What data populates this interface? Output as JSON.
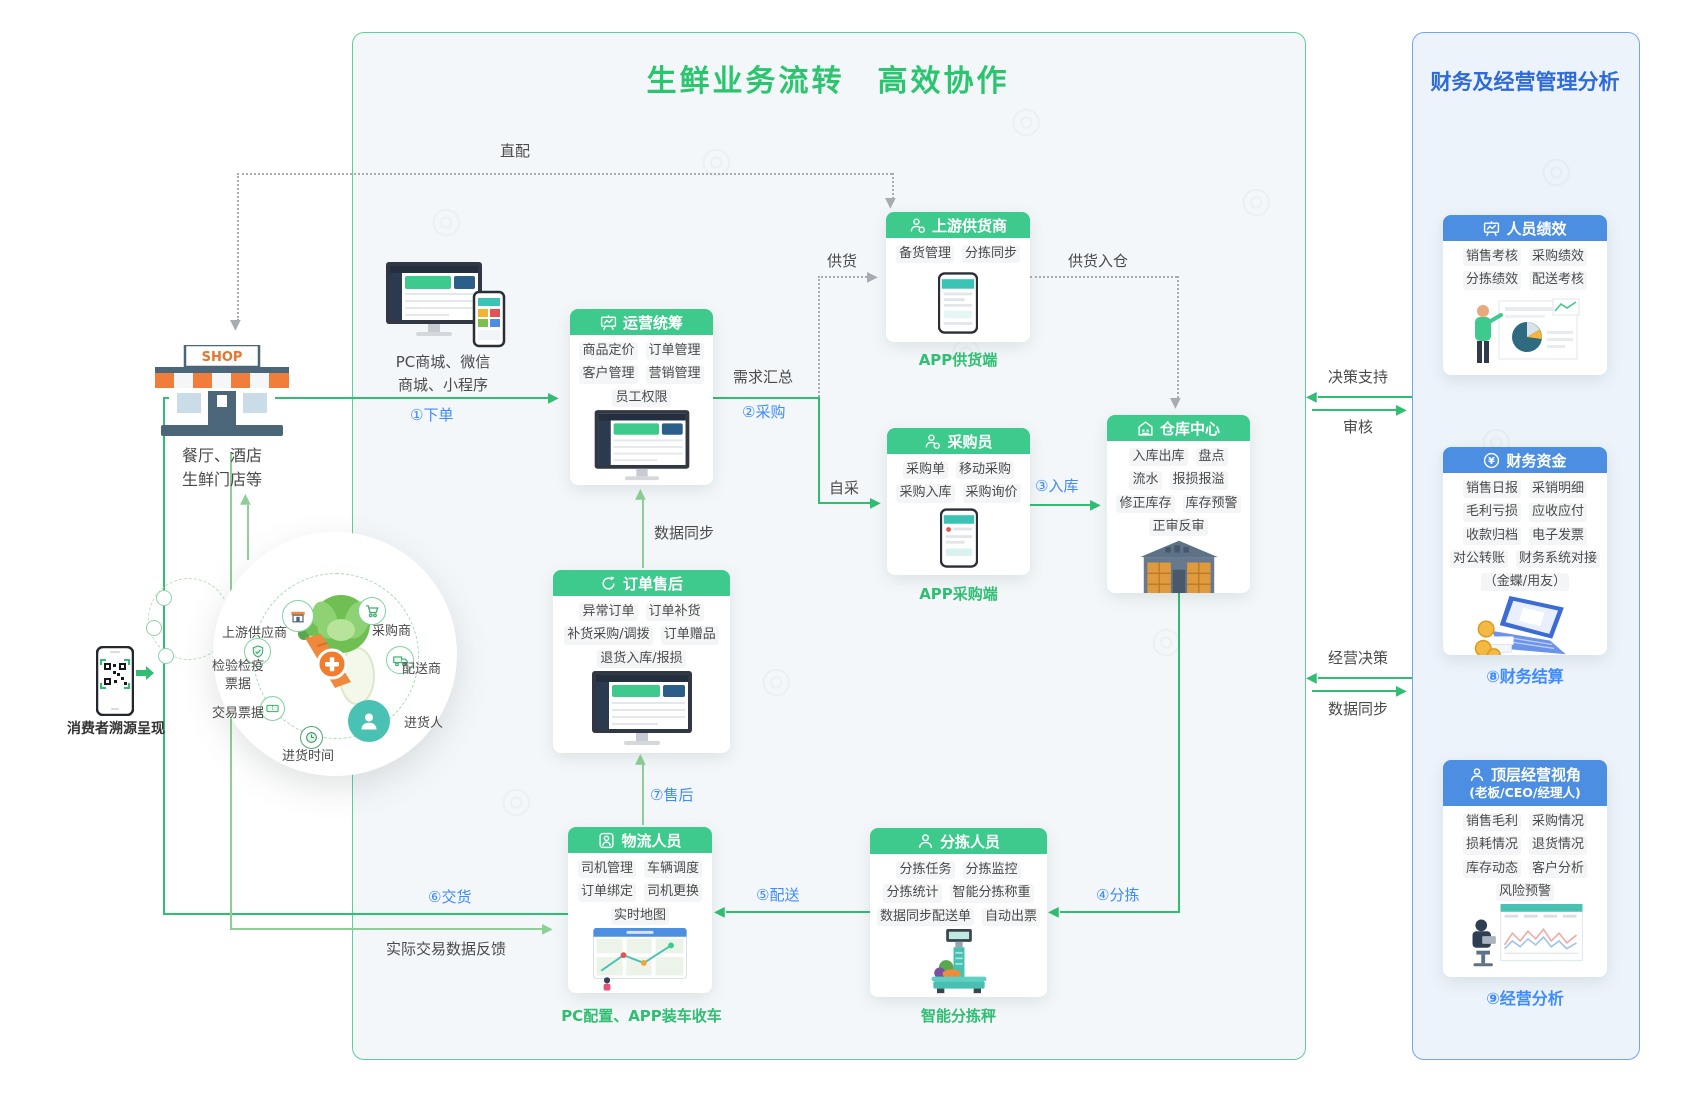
{
  "colors": {
    "accent_green": "#2fbe72",
    "accent_blue": "#3e8bff",
    "header_green": "#3dca8c",
    "header_blue": "#4c8fe2",
    "title_green": "#2bc56f",
    "title_blue": "#2e6bd8",
    "store_orange": "#f07d3a",
    "line_gray": "#a7acb2"
  },
  "icons": {
    "tri_r": "▶",
    "tri_l": "◀",
    "tri_u": "▲",
    "tri_d": "▼",
    "watermark": "◎",
    "yuan": "¥"
  },
  "main_panel": {
    "title": "生鲜业务流转　高效协作",
    "store": {
      "sign": "SHOP",
      "label_lines": [
        "餐厅、酒店",
        "生鲜门店等"
      ]
    },
    "pcmall": {
      "label_lines": [
        "PC商城、微信",
        "商城、小程序"
      ]
    },
    "labels": {
      "zhipei": "直配",
      "xiadan": "①下单",
      "xuqiu": "需求汇总",
      "caigou": "②采购",
      "gonghuo": "供货",
      "gonghuorucang": "供货入仓",
      "zicai": "自采",
      "ruku": "③入库",
      "fenjian": "④分拣",
      "peisong": "⑤配送",
      "jiaohuo": "⑥交货",
      "shouhou": "⑦售后",
      "sync_up": "数据同步",
      "fankui": "实际交易数据反馈"
    },
    "nodes": {
      "operations": {
        "title": "运营统筹",
        "items": [
          "商品定价",
          "订单管理",
          "客户管理",
          "营销管理",
          "员工权限"
        ]
      },
      "supplier": {
        "title": "上游供货商",
        "items": [
          "备货管理",
          "分拣同步"
        ],
        "caption": "APP供货端"
      },
      "buyer": {
        "title": "采购员",
        "items": [
          "采购单",
          "移动采购",
          "采购入库",
          "采购询价"
        ],
        "caption": "APP采购端"
      },
      "warehouse": {
        "title": "仓库中心",
        "items": [
          "入库出库",
          "盘点",
          "流水",
          "报损报溢",
          "修正库存",
          "库存预警",
          "正审反审"
        ]
      },
      "aftersale": {
        "title": "订单售后",
        "items": [
          "异常订单",
          "订单补货",
          "补货采购/调拨",
          "订单赠品",
          "退货入库/报损"
        ]
      },
      "logistics": {
        "title": "物流人员",
        "items": [
          "司机管理",
          "车辆调度",
          "订单绑定",
          "司机更换",
          "实时地图"
        ],
        "caption": "PC配置、APP装车收车"
      },
      "sorting": {
        "title": "分拣人员",
        "items": [
          "分拣任务",
          "分拣监控",
          "分拣统计",
          "智能分拣称重",
          "数据同步配送单",
          "自动出票"
        ],
        "caption": "智能分拣秤"
      }
    }
  },
  "trace": {
    "phone_label": "消费者溯源呈现",
    "labels": {
      "supplier": "上游供应商",
      "buyer": "采购商",
      "inspection_lines": [
        "检验检疫",
        "票据"
      ],
      "delivery": "配送商",
      "ticket": "交易票据",
      "person": "进货人",
      "time": "进货时间"
    }
  },
  "right_panel": {
    "title": "财务及经营管理分析",
    "links": {
      "decision": "决策支持",
      "audit": "审核",
      "business": "经营决策",
      "sync": "数据同步"
    },
    "boxes": {
      "performance": {
        "title": "人员绩效",
        "items": [
          "销售考核",
          "采购绩效",
          "分拣绩效",
          "配送考核"
        ]
      },
      "finance": {
        "title": "财务资金",
        "items": [
          "销售日报",
          "采销明细",
          "毛利亏损",
          "应收应付",
          "收款归档",
          "电子发票",
          "对公转账",
          "财务系统对接",
          "（金蝶/用友）"
        ],
        "caption": "⑧财务结算"
      },
      "top": {
        "title": "顶层经营视角",
        "subtitle": "(老板/CEO/经理人)",
        "items": [
          "销售毛利",
          "采购情况",
          "损耗情况",
          "退货情况",
          "库存动态",
          "客户分析",
          "风险预警"
        ],
        "caption": "⑨经营分析"
      }
    }
  }
}
